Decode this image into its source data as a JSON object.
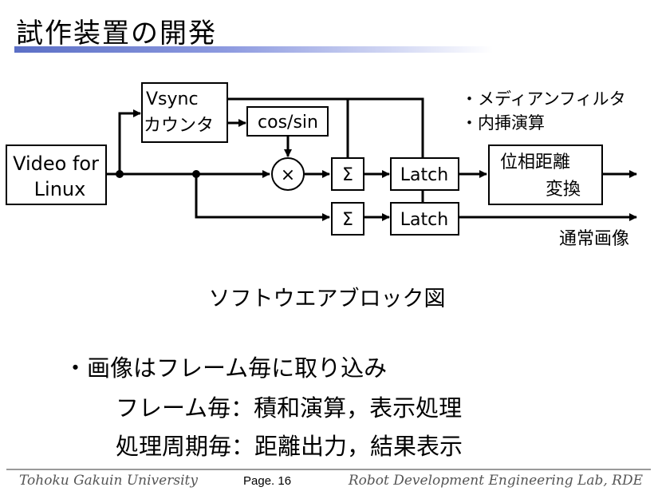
{
  "slide": {
    "title": "試作装置の開発"
  },
  "diagram": {
    "video_label_1": "Video for",
    "video_label_2": "Linux",
    "vsync_label_1": "Vsync",
    "vsync_label_2": "カウンタ",
    "cos_sin_label": "cos/sin",
    "multiply_symbol": "×",
    "sum_symbol_top": "Σ",
    "sum_symbol_bottom": "Σ",
    "latch_top": "Latch",
    "latch_bottom": "Latch",
    "phase_label_1": "位相距離",
    "phase_label_2": "変換",
    "output_label": "通常画像",
    "note_1": "・メディアンフィルタ",
    "note_2": "・内挿演算",
    "caption": "ソフトウエアブロック図"
  },
  "bullets": {
    "main": "・画像はフレーム毎に取り込み",
    "sub_1": "フレーム毎：積和演算，表示処理",
    "sub_2": "処理周期毎：距離出力，結果表示"
  },
  "footer": {
    "left": "Tohoku Gakuin University",
    "center": "Page. 16",
    "right": "Robot Development Engineering Lab, RDE"
  }
}
